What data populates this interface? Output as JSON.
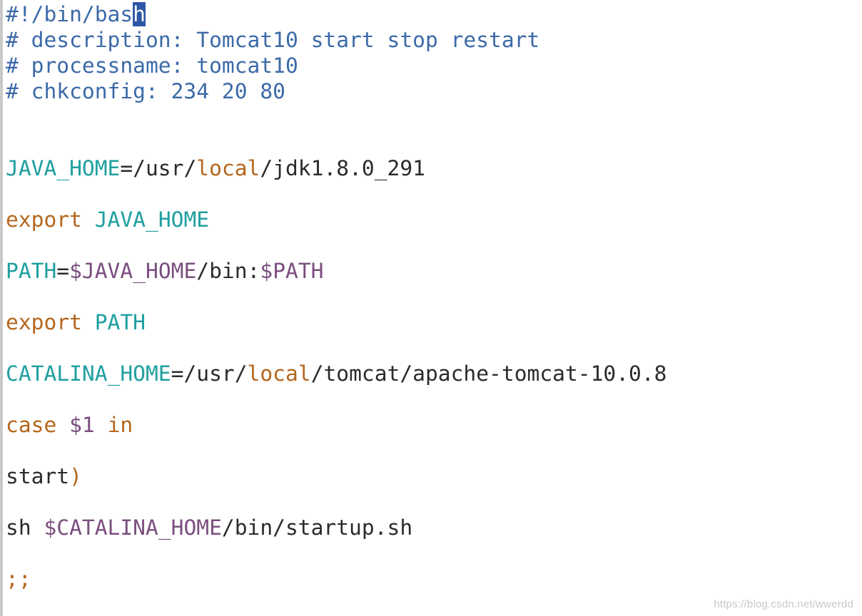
{
  "colors": {
    "comment": "#3c6aa8",
    "variable": "#1f9f9f",
    "keyword": "#b4661d",
    "expansion": "#7b4f7f",
    "plain": "#2b2b2b",
    "cursor_bg": "#2d57a6",
    "cursor_fg": "#ffffff"
  },
  "lines": [
    [
      {
        "t": "#!/bin/bas",
        "c": "comment"
      },
      {
        "t": "h",
        "c": "cursor"
      }
    ],
    [
      {
        "t": "# description: Tomcat10 start stop restart",
        "c": "comment"
      }
    ],
    [
      {
        "t": "# processname: tomcat10",
        "c": "comment"
      }
    ],
    [
      {
        "t": "# chkconfig: 234 20 80",
        "c": "comment"
      }
    ],
    [],
    [],
    [
      {
        "t": "JAVA_HOME",
        "c": "variable"
      },
      {
        "t": "=/usr/",
        "c": "plain"
      },
      {
        "t": "local",
        "c": "keyword"
      },
      {
        "t": "/jdk1.8.0_291",
        "c": "plain"
      }
    ],
    [],
    [
      {
        "t": "export",
        "c": "keyword"
      },
      {
        "t": " ",
        "c": "plain"
      },
      {
        "t": "JAVA_HOME",
        "c": "variable"
      }
    ],
    [],
    [
      {
        "t": "PATH",
        "c": "variable"
      },
      {
        "t": "=",
        "c": "plain"
      },
      {
        "t": "$JAVA_HOME",
        "c": "expansion"
      },
      {
        "t": "/bin:",
        "c": "plain"
      },
      {
        "t": "$PATH",
        "c": "expansion"
      }
    ],
    [],
    [
      {
        "t": "export",
        "c": "keyword"
      },
      {
        "t": " ",
        "c": "plain"
      },
      {
        "t": "PATH",
        "c": "variable"
      }
    ],
    [],
    [
      {
        "t": "CATALINA_HOME",
        "c": "variable"
      },
      {
        "t": "=/usr/",
        "c": "plain"
      },
      {
        "t": "local",
        "c": "keyword"
      },
      {
        "t": "/tomcat/apache-tomcat-10.0.8",
        "c": "plain"
      }
    ],
    [],
    [
      {
        "t": "case",
        "c": "keyword"
      },
      {
        "t": " ",
        "c": "plain"
      },
      {
        "t": "$1",
        "c": "expansion"
      },
      {
        "t": " ",
        "c": "plain"
      },
      {
        "t": "in",
        "c": "keyword"
      }
    ],
    [],
    [
      {
        "t": "start",
        "c": "plain"
      },
      {
        "t": ")",
        "c": "keyword"
      }
    ],
    [],
    [
      {
        "t": "sh ",
        "c": "plain"
      },
      {
        "t": "$CATALINA_HOME",
        "c": "expansion"
      },
      {
        "t": "/bin/startup.sh",
        "c": "plain"
      }
    ],
    [],
    [
      {
        "t": ";;",
        "c": "keyword"
      }
    ]
  ],
  "watermark": "https://blog.csdn.net/wwerdd"
}
